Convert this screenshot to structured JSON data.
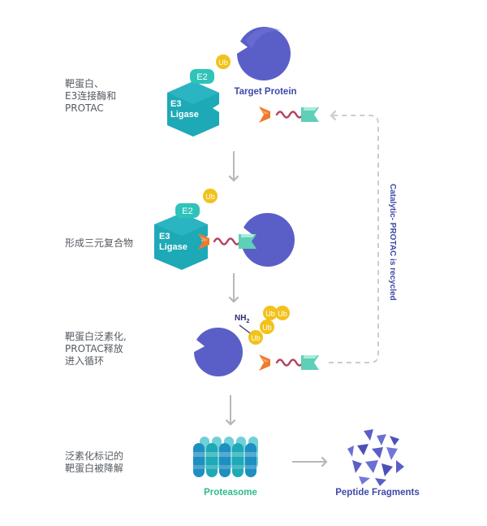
{
  "steps": [
    {
      "label": "靶蛋白、\nE3连接酶和\nPROTAC"
    },
    {
      "label": "形成三元复合物"
    },
    {
      "label": "靶蛋白泛素化,\nPROTAC释放\n进入循环"
    },
    {
      "label": "泛素化标记的\n靶蛋白被降解"
    }
  ],
  "labels": {
    "target_protein": "Target Protein",
    "e3_ligase": "E3\nLigase",
    "e2": "E2",
    "ub": "Ub",
    "nh2": "NH",
    "nh2_sub": "2",
    "recycle": "Catalytic- PROTAC is recycled",
    "proteasome": "Proteasome",
    "peptide_fragments": "Peptide Fragments"
  },
  "colors": {
    "protein": "#5a5fc8",
    "ligase": "#1ea9b6",
    "e2": "#2fc3b9",
    "ub": "#f2c21b",
    "warhead": "#f07a2e",
    "ligand": "#5fcfb8",
    "linker": "#b2445f",
    "arrow": "#b8b8b8",
    "title_blue": "#3e4aa8",
    "proteasome_text": "#2fb98f"
  }
}
